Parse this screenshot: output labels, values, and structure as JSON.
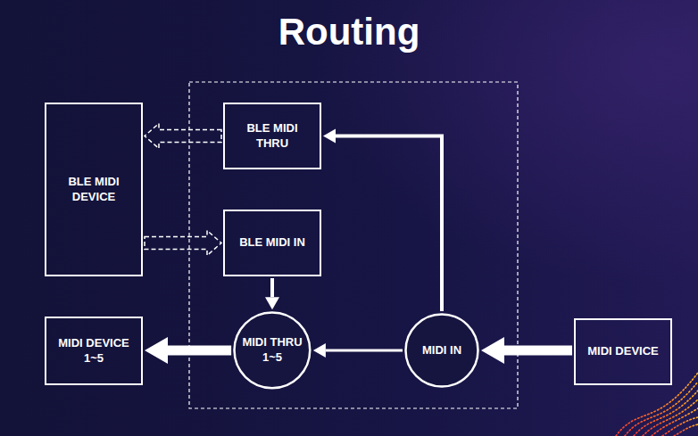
{
  "diagram": {
    "title": "Routing",
    "nodes": [
      {
        "text": [
          "BLE MIDI DEVICE"
        ]
      },
      {
        "text": [
          "BLE MIDI THRU"
        ]
      },
      {
        "text": [
          "BLE MIDI IN"
        ]
      },
      {
        "text": [
          "MIDI DEVICE 1~5"
        ]
      },
      {
        "text": [
          "MIDI THRU 1~5"
        ]
      },
      {
        "text": [
          "MIDI IN"
        ]
      },
      {
        "text": [
          "MIDI DEVICE"
        ]
      }
    ],
    "edges": [
      {
        "from": 1,
        "to": 0,
        "arrow": "to"
      },
      {
        "from": 0,
        "to": 2,
        "arrow": "to"
      },
      {
        "from": 5,
        "to": 1,
        "arrow": "to"
      },
      {
        "from": 2,
        "to": 4,
        "arrow": "to"
      },
      {
        "from": 4,
        "to": 3,
        "arrow": "to"
      },
      {
        "from": 5,
        "to": 4,
        "arrow": "to"
      },
      {
        "from": 6,
        "to": 5,
        "arrow": "to"
      }
    ]
  }
}
